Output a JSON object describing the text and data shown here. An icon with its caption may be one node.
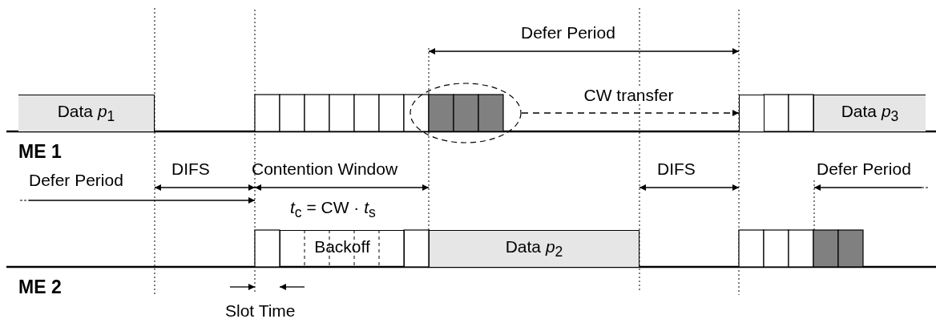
{
  "diagram": {
    "nodes": [
      {
        "text": [
          "Data *p*$_{1}$"
        ]
      },
      {
        "text": [],
        "shape": "ellipse"
      },
      {
        "text": [],
        "shape": "box"
      },
      {
        "text": [
          "Data *p*$_{3}$"
        ]
      },
      {
        "text": [
          "Backoff"
        ]
      },
      {
        "text": [
          "Data *p*$_{2}$"
        ]
      }
    ],
    "edges": [
      {
        "from": 1,
        "to": 2,
        "arrow": "to",
        "label": "CW transfer",
        "style": "dashed"
      }
    ],
    "labels": [
      "Defer Period",
      "ME 1",
      "DIFS",
      "Contention Window",
      "DIFS",
      "Defer Period",
      "Defer Period",
      "*t*$_{c}$ = CW · *t*$_{s}$",
      "ME 2",
      "Slot Time"
    ]
  }
}
